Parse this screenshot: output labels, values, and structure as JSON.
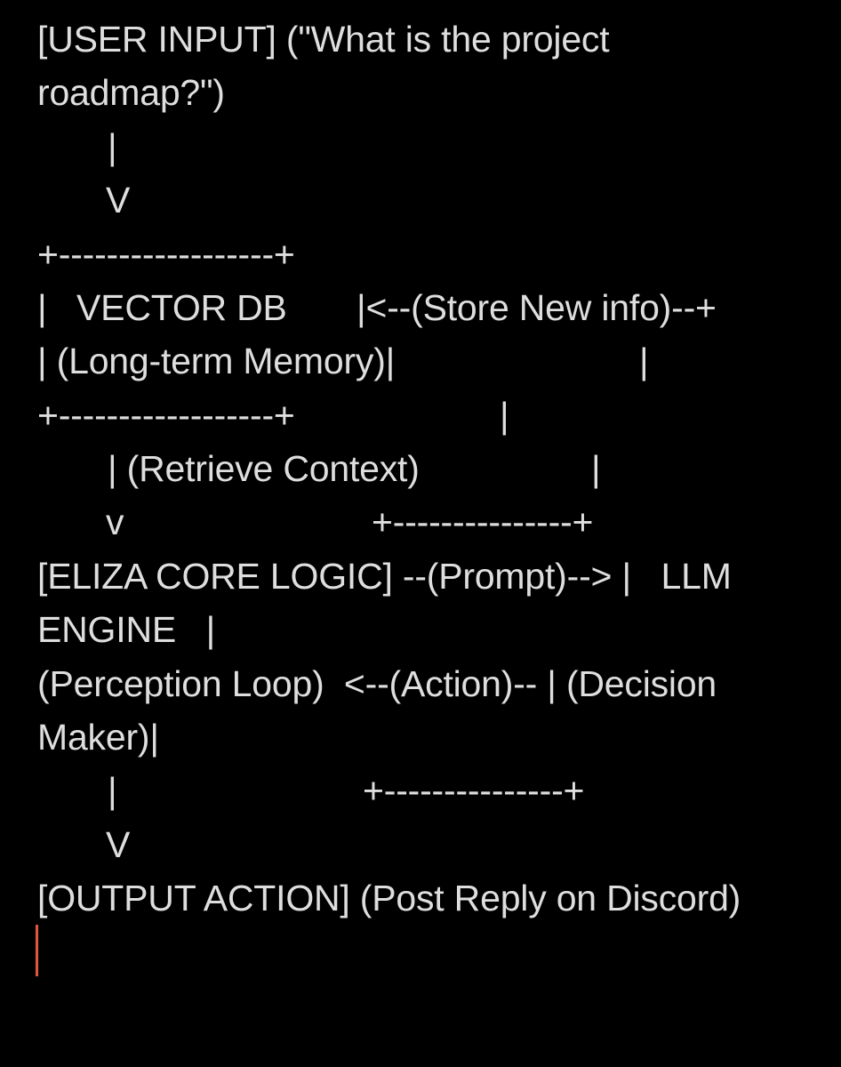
{
  "lines": [
    "[USER INPUT] (\"What is the project",
    "roadmap?\")",
    "|",
    "V",
    "+------------------+",
    "|   VECTOR DB       |<--(Store New info)--+",
    "| (Long-term Memory)|",
    "|",
    "+------------------+",
    "|",
    "| (Retrieve Context)",
    "|",
    "v",
    "+---------------+",
    "[ELIZA CORE LOGIC] --(Prompt)--> |   LLM",
    "ENGINE   |",
    "(Perception Loop)  <--(Action)-- | (Decision",
    "Maker)|",
    "|",
    "+---------------+",
    "V",
    "[OUTPUT ACTION] (Post Reply on Discord)"
  ],
  "cursor_color": "#e0573f"
}
